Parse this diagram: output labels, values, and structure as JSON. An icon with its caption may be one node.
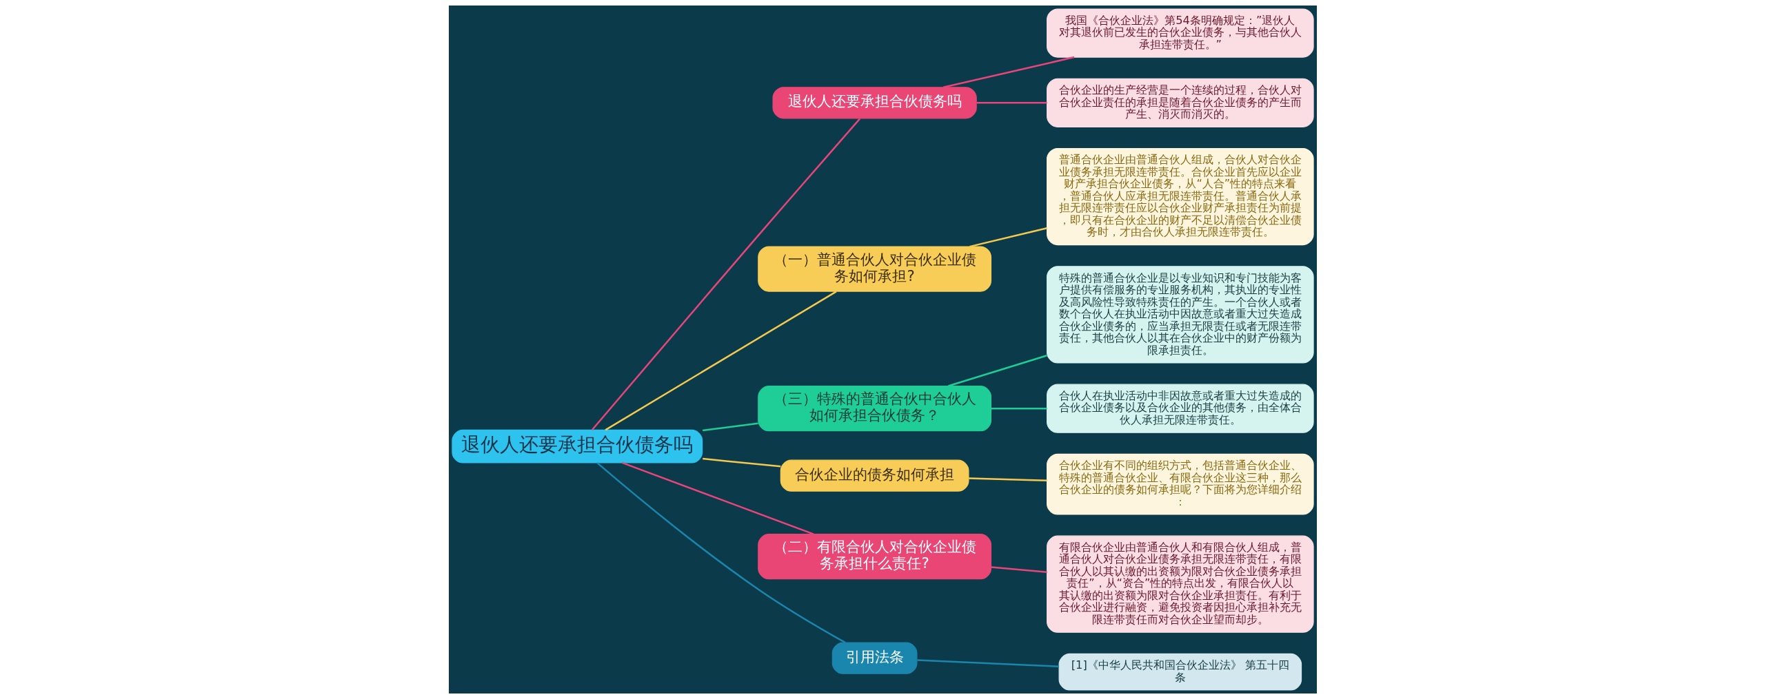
{
  "diagram": {
    "nodes": [
      {
        "text": [
          "退伙人还要承担合伙债务吗"
        ]
      },
      {
        "text": [
          "退伙人还要承担合伙债务吗"
        ]
      },
      {
        "text": [
          "我国《合伙企业法》第54条明确规定：”退伙人对其退伙前已发生的合伙企业债务，与其他合伙人承担连带责任。”"
        ]
      },
      {
        "text": [
          "合伙企业的生产经营是一个连续的过程，合伙人对合伙企业责任的承担是随着合伙企业债务的产生而产生、消灭而消灭的。"
        ]
      },
      {
        "text": [
          "（一）普通合伙人对合伙企业债务如何承担?"
        ]
      },
      {
        "text": [
          "普通合伙企业由普通合伙人组成，合伙人对合伙企业债务承担无限连带责任。合伙企业首先应以企业财产承担合伙企业债务，从“人合”性的特点来看，普通合伙人应承担无限连带责任。普通合伙人承担无限连带责任应以合伙企业财产承担责任为前提，即只有在合伙企业的财产不足以清偿合伙企业债务时，才由合伙人承担无限连带责任。"
        ]
      },
      {
        "text": [
          "（三）特殊的普通合伙中合伙人如何承担合伙债务？"
        ]
      },
      {
        "text": [
          "特殊的普通合伙企业是以专业知识和专门技能为客户提供有偿服务的专业服务机构，其执业的专业性及高风险性导致特殊责任的产生。一个合伙人或者数个合伙人在执业活动中因故意或者重大过失造成合伙企业债务的，应当承担无限责任或者无限连带责任，其他合伙人以其在合伙企业中的财产份额为限承担责任。"
        ]
      },
      {
        "text": [
          "合伙人在执业活动中非因故意或者重大过失造成的合伙企业债务以及合伙企业的其他债务，由全体合伙人承担无限连带责任。"
        ]
      },
      {
        "text": [
          "合伙企业的债务如何承担"
        ]
      },
      {
        "text": [
          "合伙企业有不同的组织方式，包括普通合伙企业、特殊的普通合伙企业、有限合伙企业这三种，那么合伙企业的债务如何承担呢？下面将为您详细介绍："
        ]
      },
      {
        "text": [
          "（二）有限合伙人对合伙企业债务承担什么责任?"
        ]
      },
      {
        "text": [
          "有限合伙企业由普通合伙人和有限合伙人组成，普通合伙人对合伙企业债务承担无限连带责任，有限合伙人以其认缴的出资额为限对合伙企业债务承担责任”，从“资合”性的特点出发，有限合伙人以其认缴的出资额为限对合伙企业承担责任。有利于合伙企业进行融资，避免投资者因担心承担补充无限连带责任而对合伙企业望而却步。"
        ]
      },
      {
        "text": [
          "引用法条"
        ]
      },
      {
        "text": [
          "[1]《中华人民共和国合伙企业法》 第五十四条"
        ]
      }
    ],
    "edges": [
      {
        "from": 0,
        "to": 1,
        "arrow": "none",
        "color": "#e8457a"
      },
      {
        "from": 1,
        "to": 2,
        "arrow": "none",
        "color": "#e8457a"
      },
      {
        "from": 1,
        "to": 3,
        "arrow": "none",
        "color": "#e8457a"
      },
      {
        "from": 0,
        "to": 4,
        "arrow": "none",
        "color": "#f5c94f"
      },
      {
        "from": 4,
        "to": 5,
        "arrow": "none",
        "color": "#f5c94f"
      },
      {
        "from": 0,
        "to": 6,
        "arrow": "none",
        "color": "#1fce96"
      },
      {
        "from": 6,
        "to": 7,
        "arrow": "none",
        "color": "#1fce96"
      },
      {
        "from": 6,
        "to": 8,
        "arrow": "none",
        "color": "#1fce96"
      },
      {
        "from": 0,
        "to": 9,
        "arrow": "none",
        "color": "#f5c94f"
      },
      {
        "from": 9,
        "to": 10,
        "arrow": "none",
        "color": "#f5c94f"
      },
      {
        "from": 0,
        "to": 11,
        "arrow": "none",
        "color": "#e8457a"
      },
      {
        "from": 11,
        "to": 12,
        "arrow": "none",
        "color": "#e8457a"
      },
      {
        "from": 0,
        "to": 13,
        "arrow": "none",
        "color": "#1b86ad"
      },
      {
        "from": 13,
        "to": 14,
        "arrow": "none",
        "color": "#1b86ad"
      }
    ]
  }
}
